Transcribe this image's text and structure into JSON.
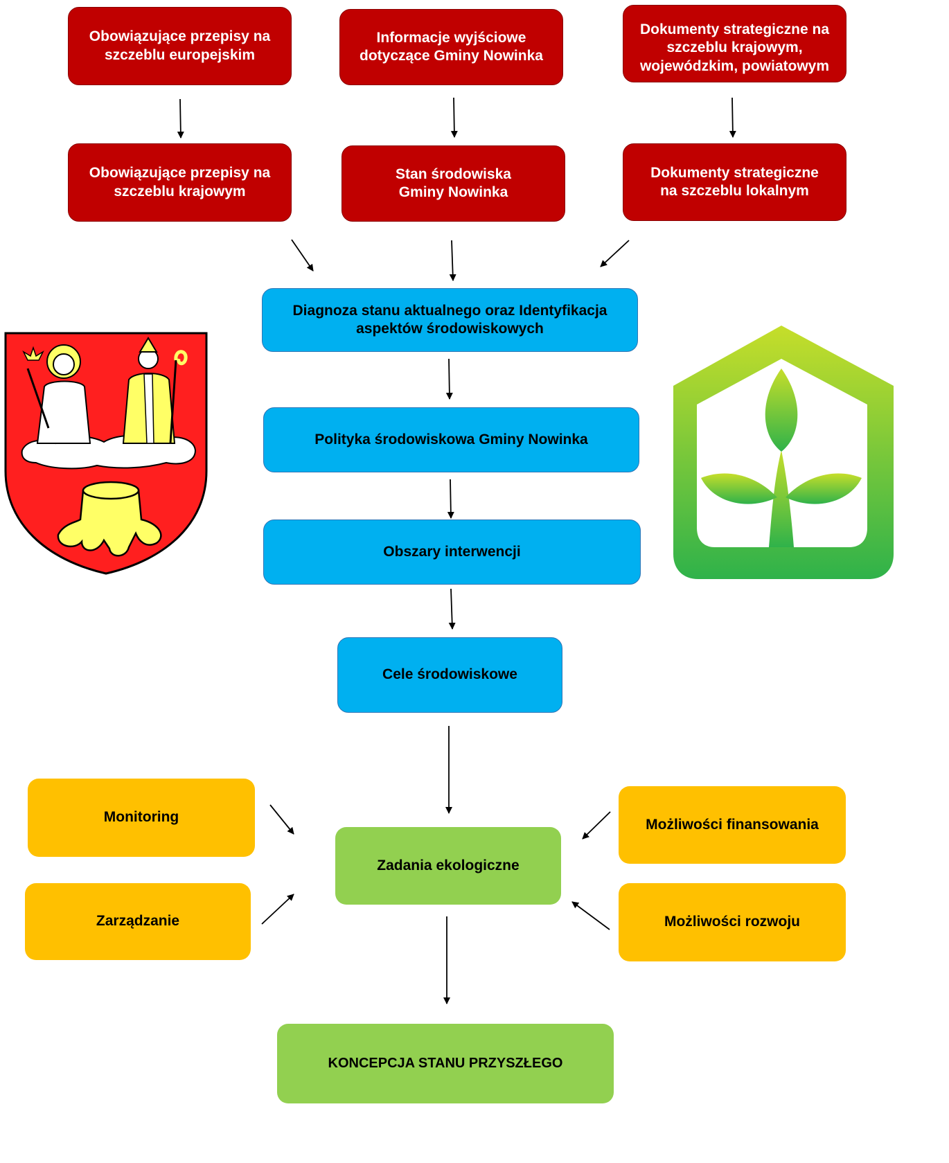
{
  "nodes": {
    "eu_law": "Obowiązujące przepisy na\nszczeblu europejskim",
    "initial_info": "Informacje wyjściowe\ndotyczące Gminy Nowinka",
    "strategic_docs_national": "Dokumenty strategiczne na\nszczeblu krajowym,\nwojewódzkim, powiatowym",
    "national_law": "Obowiązujące przepisy na\nszczeblu krajowym",
    "env_state": "Stan środowiska\nGminy Nowinka",
    "strategic_docs_local": "Dokumenty strategiczne\nna szczeblu lokalnym",
    "diagnosis": "Diagnoza stanu aktualnego oraz Identyfikacja\naspektów środowiskowych",
    "env_policy": "Polityka środowiskowa Gminy Nowinka",
    "intervention_areas": "Obszary interwencji",
    "env_goals": "Cele środowiskowe",
    "monitoring": "Monitoring",
    "management": "Zarządzanie",
    "eco_tasks": "Zadania ekologiczne",
    "funding": "Możliwości finansowania",
    "development": "Możliwości rozwoju",
    "future_concept": "KONCEPCJA STANU PRZYSZŁEGO"
  },
  "colors": {
    "red": "#c00000",
    "blue": "#00b0f0",
    "yellow": "#ffc000",
    "green": "#92d050"
  },
  "images": {
    "left": "coat-of-arms",
    "right": "green-plant-house-logo"
  }
}
